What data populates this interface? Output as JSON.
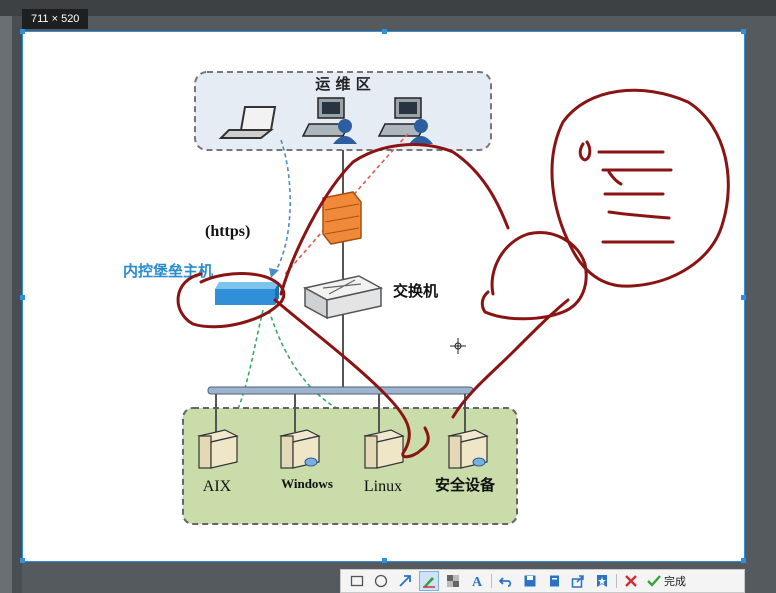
{
  "size_badge": "711 × 520",
  "diagram": {
    "ops_zone_label": "运 维 区",
    "https_label": "(https)",
    "bastion_label": "内控堡垒主机",
    "switch_label": "交换机",
    "servers": [
      {
        "label": "AIX"
      },
      {
        "label": "Windows"
      },
      {
        "label": "Linux"
      },
      {
        "label": "安全设备"
      }
    ]
  },
  "toolbar": {
    "done_label": "完成",
    "tools": [
      {
        "icon": "rectangle-icon"
      },
      {
        "icon": "ellipse-icon"
      },
      {
        "icon": "arrow-icon"
      },
      {
        "icon": "pen-icon",
        "active": true
      },
      {
        "icon": "mosaic-icon"
      },
      {
        "icon": "text-icon"
      },
      {
        "icon": "undo-icon"
      },
      {
        "icon": "save-icon"
      },
      {
        "icon": "copy-icon"
      },
      {
        "icon": "share-icon"
      },
      {
        "icon": "pin-icon"
      },
      {
        "icon": "cancel-icon"
      },
      {
        "icon": "done-check-icon"
      }
    ]
  },
  "colors": {
    "selection_border": "#2f8fe0",
    "annotation_stroke": "#8a1414",
    "server_zone_fill": "#c9dcaa",
    "ops_zone_fill": "#e6ecf4"
  }
}
